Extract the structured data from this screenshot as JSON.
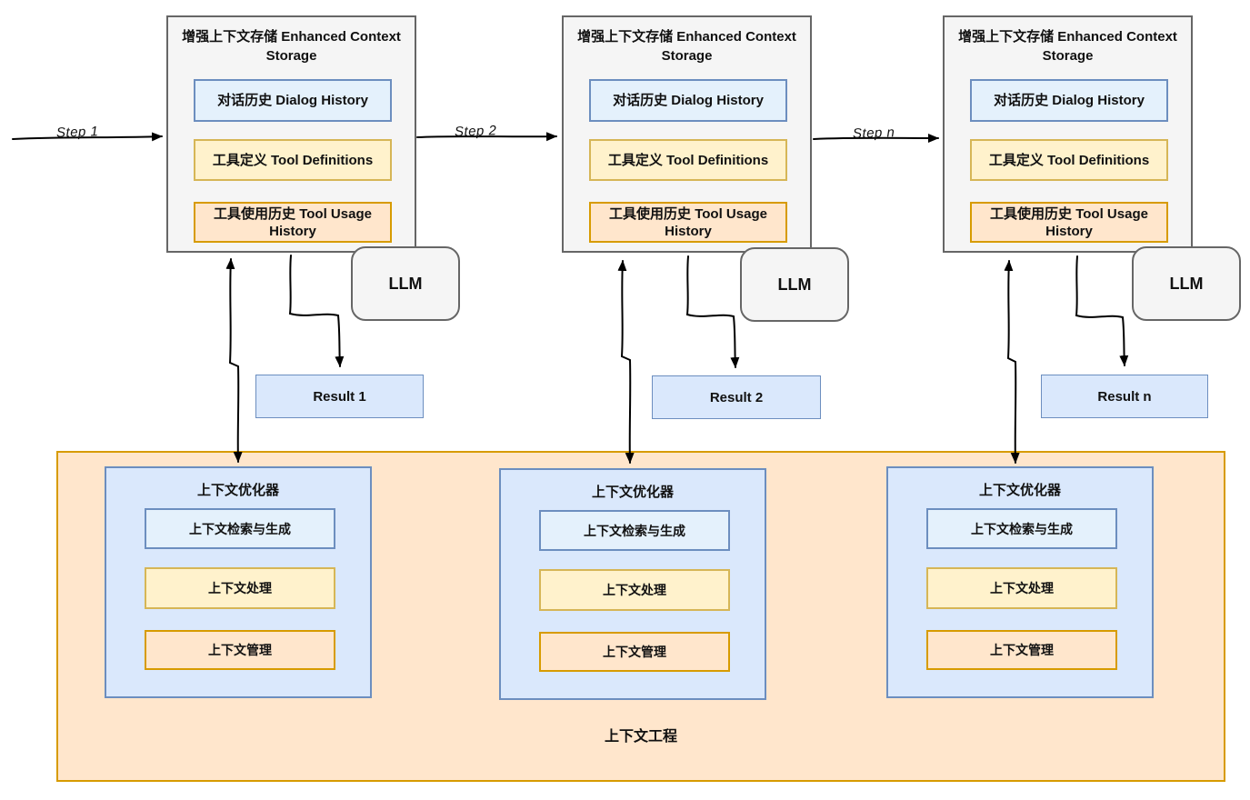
{
  "colors": {
    "canvas_bg": "#ffffff",
    "storage_fill": "#f5f5f5",
    "storage_border": "#666666",
    "blue_light_fill": "#e4f1fc",
    "blue_fill": "#dae8fc",
    "blue_border": "#6c8ebf",
    "yellow_fill": "#fff2cc",
    "yellow_border": "#d6b656",
    "orange_fill": "#ffe6cc",
    "orange_border": "#d79b00",
    "arrow": "#000000",
    "text": "#111111"
  },
  "columns": [
    {
      "step_label": "Step 1",
      "storage": {
        "title": "增强上下文存储 Enhanced Context Storage",
        "items": [
          "对话历史 Dialog History",
          "工具定义 Tool Definitions",
          "工具使用历史 Tool Usage History"
        ]
      },
      "llm_label": "LLM",
      "result_label": "Result 1",
      "optimizer": {
        "title": "上下文优化器",
        "items": [
          "上下文检索与生成",
          "上下文处理",
          "上下文管理"
        ]
      }
    },
    {
      "step_label": "Step 2",
      "storage": {
        "title": "增强上下文存储 Enhanced Context Storage",
        "items": [
          "对话历史 Dialog History",
          "工具定义 Tool Definitions",
          "工具使用历史 Tool Usage History"
        ]
      },
      "llm_label": "LLM",
      "result_label": "Result 2",
      "optimizer": {
        "title": "上下文优化器",
        "items": [
          "上下文检索与生成",
          "上下文处理",
          "上下文管理"
        ]
      }
    },
    {
      "step_label": "Step n",
      "storage": {
        "title": "增强上下文存储 Enhanced Context Storage",
        "items": [
          "对话历史 Dialog History",
          "工具定义 Tool Definitions",
          "工具使用历史 Tool Usage History"
        ]
      },
      "llm_label": "LLM",
      "result_label": "Result n",
      "optimizer": {
        "title": "上下文优化器",
        "items": [
          "上下文检索与生成",
          "上下文处理",
          "上下文管理"
        ]
      }
    }
  ],
  "container_label": "上下文工程"
}
